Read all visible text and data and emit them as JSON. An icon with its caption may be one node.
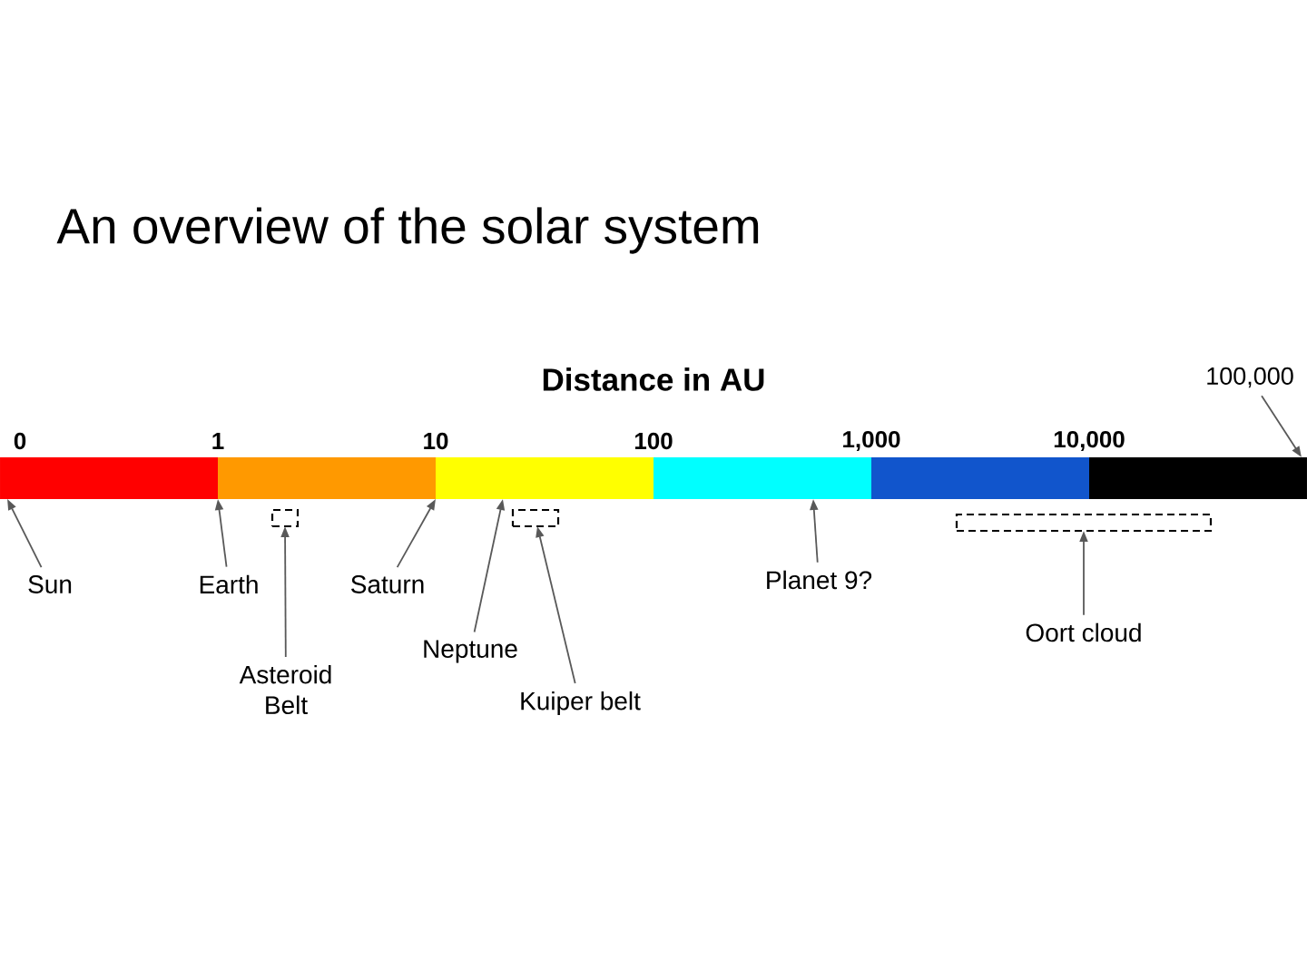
{
  "diagram": {
    "title": "An overview of the solar system",
    "nodes": [
      {
        "text": [
          "100,000"
        ]
      },
      {
        "text": [],
        "shape": "bar"
      },
      {
        "text": [],
        "shape": "bar"
      },
      {
        "text": [],
        "shape": "bar"
      },
      {
        "text": [],
        "shape": "bar"
      },
      {
        "text": [],
        "shape": "bar"
      },
      {
        "text": [],
        "shape": "bar"
      },
      {
        "text": [],
        "shape": "box"
      },
      {
        "text": [],
        "shape": "box"
      },
      {
        "text": [],
        "shape": "box"
      },
      {
        "text": [
          "Sun"
        ]
      },
      {
        "text": [
          "Earth"
        ]
      },
      {
        "text": [
          "Saturn"
        ]
      },
      {
        "text": [
          "Planet 9?"
        ]
      },
      {
        "text": [
          "Oort cloud"
        ]
      },
      {
        "text": [
          "Neptune"
        ]
      },
      {
        "text": [
          "Asteroid Belt"
        ]
      },
      {
        "text": [
          "Kuiper belt"
        ]
      }
    ],
    "edges": [
      {
        "from": 0,
        "to": 6,
        "arrow": "to"
      },
      {
        "from": 10,
        "to": 1,
        "arrow": "to"
      },
      {
        "from": 11,
        "to": 2,
        "arrow": "to"
      },
      {
        "from": 12,
        "to": 2,
        "arrow": "to"
      },
      {
        "from": 13,
        "to": 4,
        "arrow": "to"
      },
      {
        "from": 14,
        "to": 9,
        "arrow": "to"
      },
      {
        "from": 15,
        "to": 3,
        "arrow": "to"
      },
      {
        "from": 16,
        "to": 7,
        "arrow": "to"
      },
      {
        "from": 17,
        "to": 8,
        "arrow": "to"
      }
    ],
    "labels": [
      "Distance in AU",
      "0",
      "1",
      "10",
      "100",
      "1,000",
      "10,000"
    ]
  }
}
